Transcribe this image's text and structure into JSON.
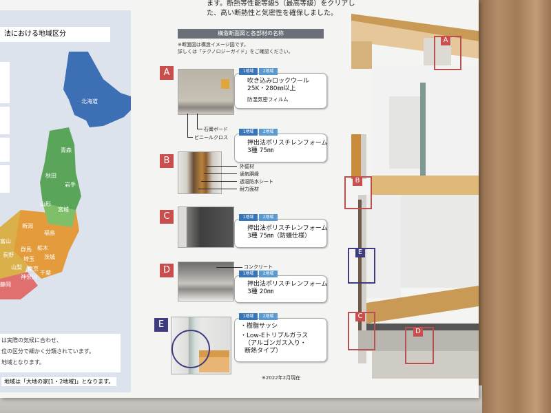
{
  "header": {
    "line1": "ます。断熱等性能等級5（最高等級）をクリアし",
    "line2": "た、高い断熱性と気密性を確保しました。"
  },
  "region_panel": {
    "title": "法における地域区分",
    "prefectures": [
      "北海道",
      "青森",
      "秋田",
      "岩手",
      "山形",
      "宮城",
      "新潟",
      "福島",
      "富山",
      "長野",
      "群馬",
      "栃木",
      "茨城",
      "埼玉",
      "山梨",
      "東京",
      "神奈川",
      "千葉",
      "静岡"
    ],
    "note_lines": [
      "は実際の気候に合わせ、",
      "位の区分で細かく分類されています。",
      "地域となります。"
    ],
    "note_bottom": "地域は「大地の家[1・2地域]」となります。"
  },
  "section": {
    "heading": "構造断面図と各部材の名称",
    "note_lines": [
      "※断面図は構造イメージ図です。",
      "詳しくは「テクノロジーガイド」をご確認ください。"
    ],
    "tag1": "1地域",
    "tag2": "2地域",
    "date_note": "※2022年2月現在"
  },
  "items": [
    {
      "letter": "A",
      "title_lines": [
        "吹き込みロックウール",
        "25K・280㎜以上"
      ],
      "sub": "防湿気密フィルム",
      "labels": [
        "石膏ボード",
        "ビニールクロス"
      ]
    },
    {
      "letter": "B",
      "title_lines": [
        "押出法ポリスチレンフォーム",
        "3種 75㎜"
      ],
      "sub": "",
      "labels": [
        "外壁材",
        "通気胴縁",
        "透湿防水シート",
        "耐力面材"
      ]
    },
    {
      "letter": "C",
      "title_lines": [
        "押出法ポリスチレンフォーム",
        "3種 75㎜（防蟻仕様）"
      ],
      "sub": "",
      "labels": []
    },
    {
      "letter": "D",
      "title_lines": [
        "押出法ポリスチレンフォーム",
        "3種 20㎜"
      ],
      "sub": "",
      "labels": [
        "コンクリート"
      ]
    },
    {
      "letter": "E",
      "title_lines": [
        "・樹脂サッシ",
        "・Low-Eトリプルガラス",
        "（アルゴンガス入り・",
        "断熱タイプ）"
      ],
      "sub": "",
      "labels": []
    }
  ],
  "colors": {
    "badge_red": "#c94f4f",
    "badge_blue": "#3e3c7e",
    "tag_dark": "#3874b8",
    "tag_light": "#5b9ad0",
    "heading_bar": "#6b7078"
  }
}
